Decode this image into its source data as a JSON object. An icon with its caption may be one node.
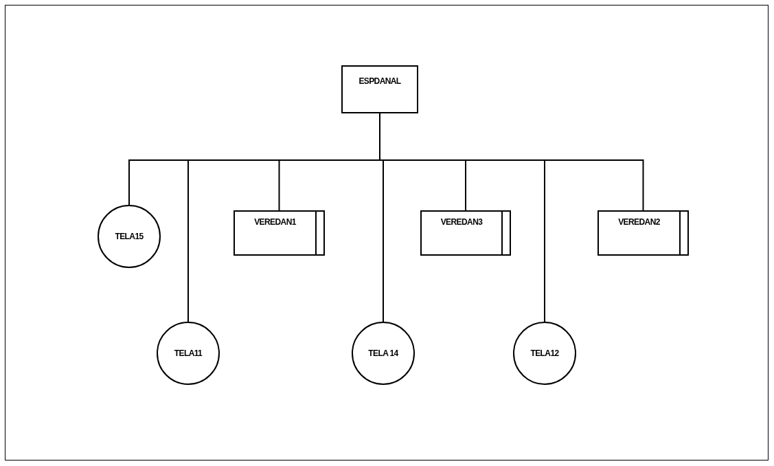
{
  "diagram": {
    "nodes": [
      {
        "text": [
          "ESPDANAL"
        ]
      },
      {
        "text": [
          "TELA15"
        ]
      },
      {
        "text": [
          "VEREDAN1"
        ]
      },
      {
        "text": [
          "VEREDAN3"
        ]
      },
      {
        "text": [
          "VEREDAN2"
        ]
      },
      {
        "text": [
          "TELA11"
        ]
      },
      {
        "text": [
          "TELA 14"
        ]
      },
      {
        "text": [
          "TELA12"
        ]
      }
    ],
    "edges": [
      {
        "from": 0,
        "to": 1,
        "arrow": "none"
      },
      {
        "from": 0,
        "to": 2,
        "arrow": "none"
      },
      {
        "from": 0,
        "to": 3,
        "arrow": "none"
      },
      {
        "from": 0,
        "to": 4,
        "arrow": "none"
      },
      {
        "from": 0,
        "to": 5,
        "arrow": "none"
      },
      {
        "from": 0,
        "to": 6,
        "arrow": "none"
      },
      {
        "from": 0,
        "to": 7,
        "arrow": "none"
      }
    ]
  }
}
